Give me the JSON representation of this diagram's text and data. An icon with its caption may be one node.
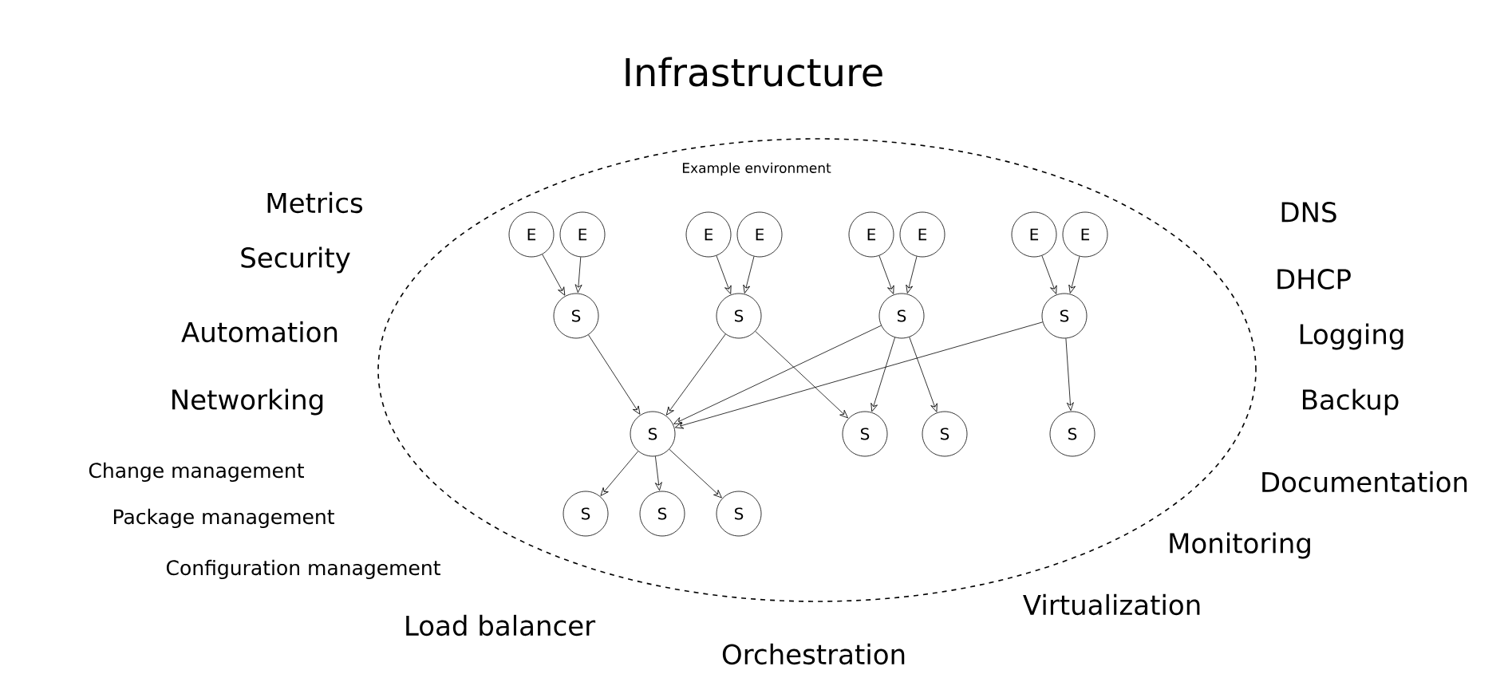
{
  "diagram": {
    "title": "Infrastructure",
    "nodes": [
      {
        "text": [
          "Example environment"
        ]
      },
      {
        "text": [
          "E"
        ],
        "in": 0
      },
      {
        "text": [
          "E"
        ],
        "in": 0
      },
      {
        "text": [
          "E"
        ],
        "in": 0
      },
      {
        "text": [
          "E"
        ],
        "in": 0
      },
      {
        "text": [
          "E"
        ],
        "in": 0
      },
      {
        "text": [
          "E"
        ],
        "in": 0
      },
      {
        "text": [
          "E"
        ],
        "in": 0
      },
      {
        "text": [
          "E"
        ],
        "in": 0
      },
      {
        "text": [
          "S"
        ],
        "in": 0
      },
      {
        "text": [
          "S"
        ],
        "in": 0
      },
      {
        "text": [
          "S"
        ],
        "in": 0
      },
      {
        "text": [
          "S"
        ],
        "in": 0
      },
      {
        "text": [
          "S"
        ],
        "in": 0
      },
      {
        "text": [
          "S"
        ],
        "in": 0
      },
      {
        "text": [
          "S"
        ],
        "in": 0
      },
      {
        "text": [
          "S"
        ],
        "in": 0
      },
      {
        "text": [
          "S"
        ],
        "in": 0
      },
      {
        "text": [
          "S"
        ],
        "in": 0
      },
      {
        "text": [
          "S"
        ],
        "in": 0
      }
    ],
    "edges": [
      {
        "from": 1,
        "to": 9,
        "arrow": "to"
      },
      {
        "from": 2,
        "to": 9,
        "arrow": "to"
      },
      {
        "from": 3,
        "to": 10,
        "arrow": "to"
      },
      {
        "from": 4,
        "to": 10,
        "arrow": "to"
      },
      {
        "from": 5,
        "to": 11,
        "arrow": "to"
      },
      {
        "from": 6,
        "to": 11,
        "arrow": "to"
      },
      {
        "from": 7,
        "to": 12,
        "arrow": "to"
      },
      {
        "from": 8,
        "to": 12,
        "arrow": "to"
      },
      {
        "from": 9,
        "to": 13,
        "arrow": "to"
      },
      {
        "from": 10,
        "to": 13,
        "arrow": "to"
      },
      {
        "from": 11,
        "to": 13,
        "arrow": "to"
      },
      {
        "from": 12,
        "to": 13,
        "arrow": "to"
      },
      {
        "from": 10,
        "to": 14,
        "arrow": "to"
      },
      {
        "from": 11,
        "to": 14,
        "arrow": "to"
      },
      {
        "from": 11,
        "to": 15,
        "arrow": "to"
      },
      {
        "from": 12,
        "to": 16,
        "arrow": "to"
      },
      {
        "from": 13,
        "to": 17,
        "arrow": "to"
      },
      {
        "from": 13,
        "to": 18,
        "arrow": "to"
      },
      {
        "from": 13,
        "to": 19,
        "arrow": "to"
      }
    ],
    "labels": [
      "Metrics",
      "DNS",
      "Security",
      "DHCP",
      "Automation",
      "Logging",
      "Networking",
      "Backup",
      "Change management",
      "Documentation",
      "Package management",
      "Monitoring",
      "Configuration management",
      "Virtualization",
      "Load balancer",
      "Orchestration"
    ]
  }
}
